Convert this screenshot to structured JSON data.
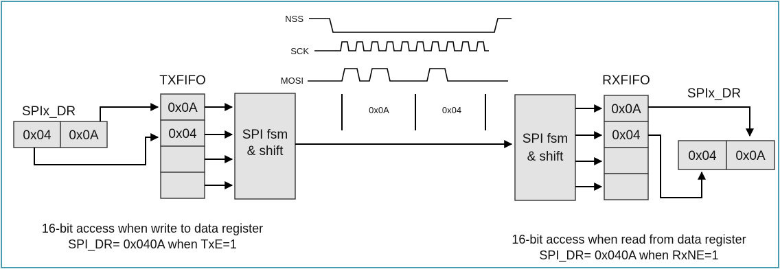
{
  "colors": {
    "frame": "#4a9ab0",
    "box_fill": "#e3e3e3",
    "box_stroke": "#333333",
    "line": "#000000"
  },
  "signals": {
    "nss": "NSS",
    "sck": "SCK",
    "mosi": "MOSI",
    "byte_1": "0x0A",
    "byte_2": "0x04"
  },
  "tx": {
    "spix_dr_label": "SPIx_DR",
    "reg_high": "0x04",
    "reg_low": "0x0A",
    "fifo_label": "TXFIFO",
    "fifo_cells": [
      "0x0A",
      "0x04",
      "",
      ""
    ],
    "fsm_line1": "SPI fsm",
    "fsm_line2": "& shift",
    "caption_line1": "16-bit access when write to data register",
    "caption_line2": "SPI_DR= 0x040A when TxE=1"
  },
  "rx": {
    "spix_dr_label": "SPIx_DR",
    "reg_high": "0x04",
    "reg_low": "0x0A",
    "fifo_label": "RXFIFO",
    "fifo_cells": [
      "0x0A",
      "0x04",
      "",
      ""
    ],
    "fsm_line1": "SPI fsm",
    "fsm_line2": "& shift",
    "caption_line1": "16-bit access when read from data register",
    "caption_line2": "SPI_DR= 0x040A when RxNE=1"
  }
}
